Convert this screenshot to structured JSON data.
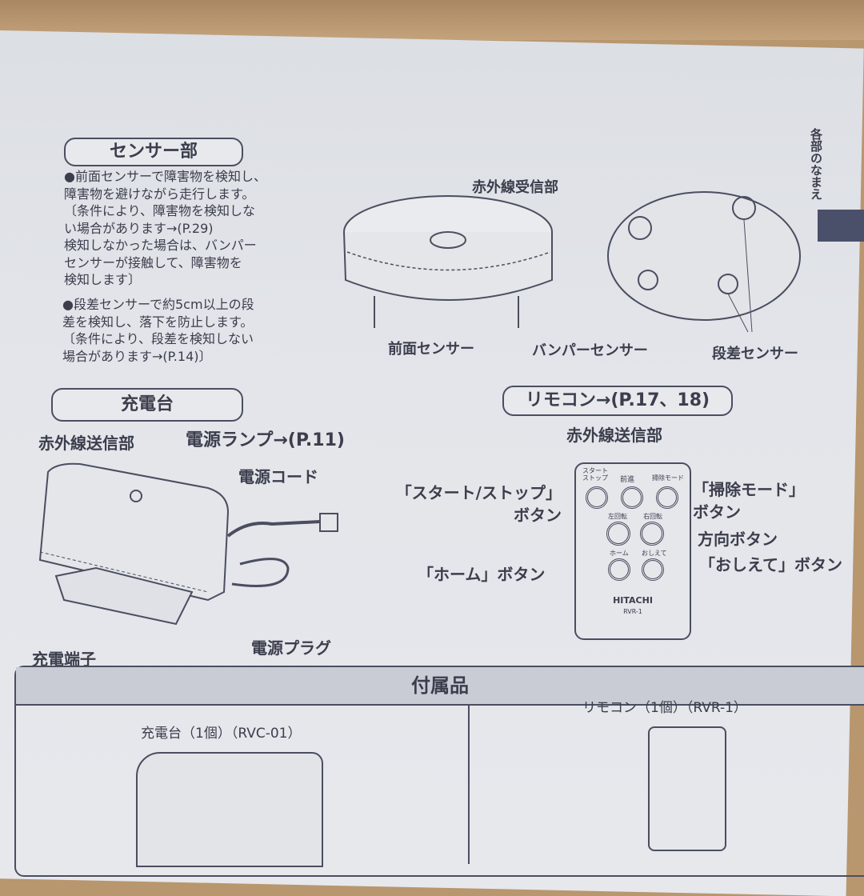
{
  "side_tab": {
    "label": "各部のなまえ"
  },
  "sensor": {
    "heading": "センサー部",
    "bullet1": "●前面センサーで障害物を検知し、\n  障害物を避けながら走行します。\n 〔条件により、障害物を検知しな\n  い場合があります→(P.29)\n  検知しなかった場合は、バンパー\n  センサーが接触して、障害物を\n  検知します〕",
    "bullet2": "●段差センサーで約5cm以上の段\n  差を検知し、落下を防止します。\n 〔条件により、段差を検知しない\n  場合があります→(P.14)〕",
    "labels": {
      "ir_receiver": "赤外線受信部",
      "front_sensor": "前面センサー",
      "bumper_sensor": "バンパーセンサー",
      "step_sensor": "段差センサー"
    }
  },
  "charger": {
    "heading": "充電台",
    "labels": {
      "ir_transmitter": "赤外線送信部",
      "power_lamp": "電源ランプ→(P.11)",
      "power_cord": "電源コード",
      "terminals": "充電端子",
      "power_plug": "電源プラグ"
    }
  },
  "remote": {
    "heading": "リモコン→(P.17、18)",
    "labels": {
      "ir_transmitter": "赤外線送信部",
      "start_stop": "「スタート/ストップ」\nボタン",
      "clean_mode": "「掃除モード」\nボタン",
      "direction": "方向ボタン",
      "home": "「ホーム」ボタン",
      "oshiete": "「おしえて」ボタン"
    },
    "device": {
      "start_stop": "スタート\nストップ",
      "forward": "前進",
      "mode": "掃除モード",
      "left": "左回転",
      "right": "右回転",
      "home": "ホーム",
      "oshiete": "おしえて",
      "brand": "HITACHI",
      "model": "RVR-1"
    }
  },
  "accessories": {
    "heading": "付属品",
    "left": "充電台（1個）（RVC-01）",
    "right": "リモコン（1個）（RVR-1）"
  }
}
